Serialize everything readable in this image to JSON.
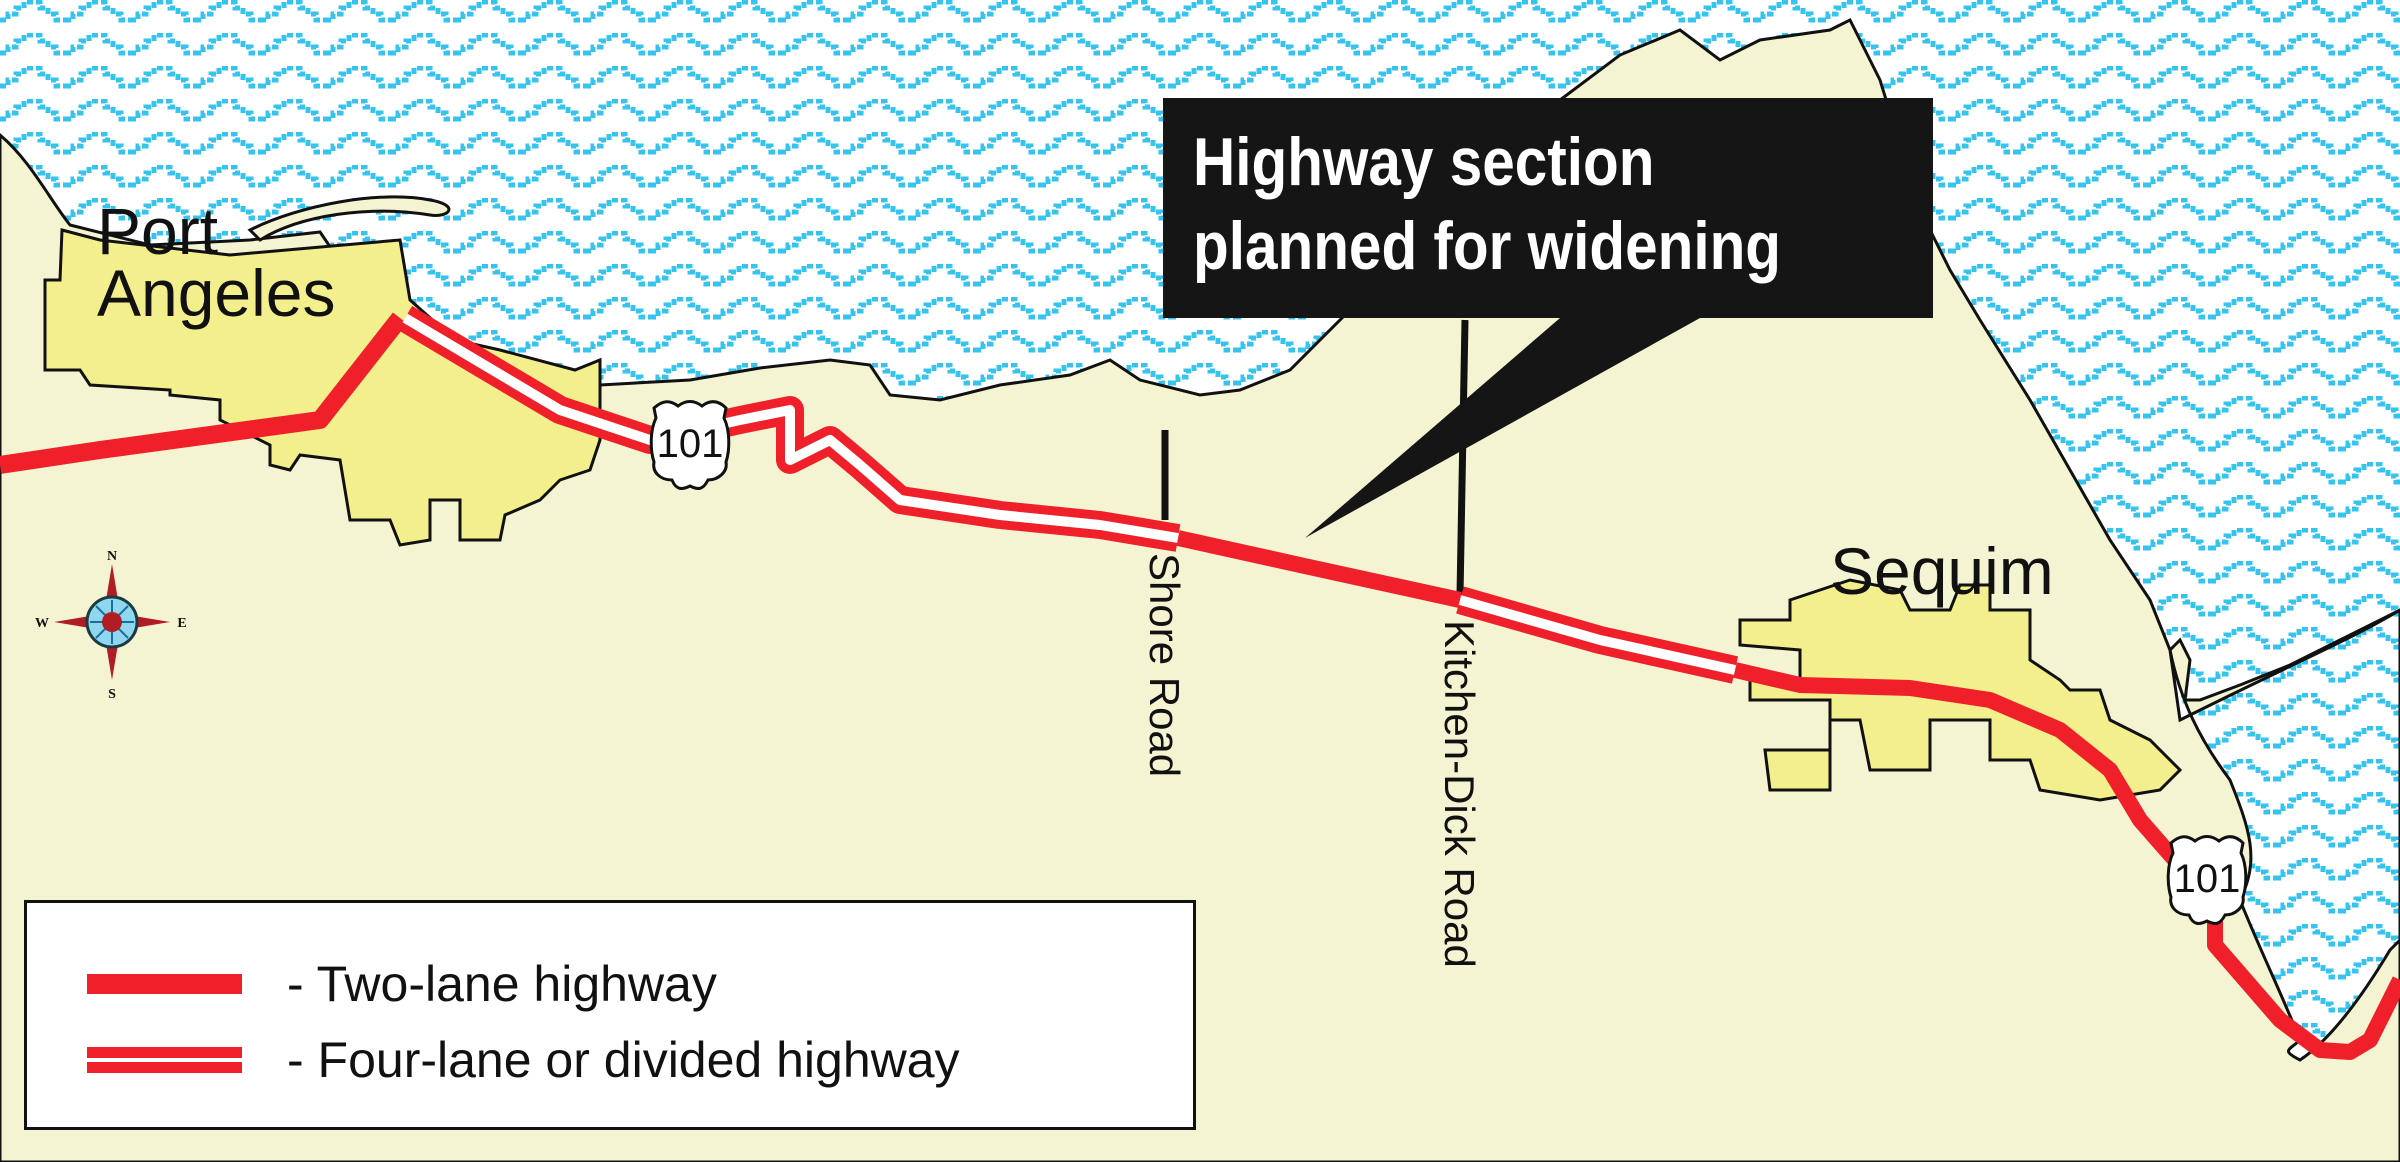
{
  "map": {
    "title": "Highway section planned for widening",
    "callout": {
      "line1": "Highway section",
      "line2": "planned for widening"
    },
    "cities": [
      {
        "name_line1": "Port",
        "name_line2": "Angeles"
      },
      {
        "name": "Sequim"
      }
    ],
    "roads": [
      {
        "name": "Shore Road"
      },
      {
        "name": "Kitchen-Dick Road"
      }
    ],
    "highway_shields": [
      {
        "route": "101"
      },
      {
        "route": "101"
      }
    ],
    "compass": {
      "n": "N",
      "s": "S",
      "e": "E",
      "w": "W"
    },
    "legend": {
      "items": [
        {
          "symbol": "two-lane",
          "label": "- Two-lane highway"
        },
        {
          "symbol": "four-lane",
          "label": "- Four-lane or divided highway"
        }
      ]
    },
    "colors": {
      "water": "#35c3ef",
      "land": "#f4f4d2",
      "city": "#f3ef8c",
      "highway": "#f0202a",
      "callout_bg": "#151515"
    }
  }
}
